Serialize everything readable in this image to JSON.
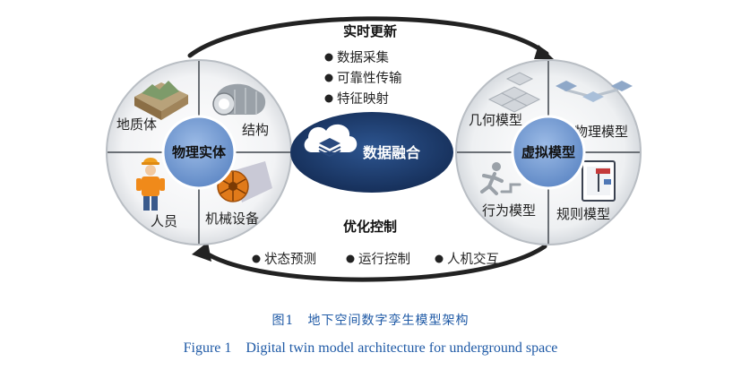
{
  "physical": {
    "hub": "物理实体",
    "items": [
      "地质体",
      "结构",
      "人员",
      "机械设备"
    ]
  },
  "virtual": {
    "hub": "虚拟模型",
    "items": [
      "几何模型",
      "物理模型",
      "行为模型",
      "规则模型"
    ]
  },
  "fusion": {
    "label": "数据融合"
  },
  "realtime_update": {
    "title": "实时更新",
    "bullets": [
      "数据采集",
      "可靠性传输",
      "特征映射"
    ]
  },
  "optimize_control": {
    "title": "优化控制",
    "bullets": [
      "状态预测",
      "运行控制",
      "人机交互"
    ]
  },
  "caption": {
    "cn": "图1　地下空间数字孪生模型架构",
    "en": "Figure 1　Digital twin model architecture for underground space"
  },
  "colors": {
    "hub_blue": "#6f97cf",
    "fusion_navy": "#1f3d6e",
    "caption_blue": "#1f5aa6",
    "arrow": "#222222"
  },
  "icons": [
    "terrain-icon",
    "tunnel-icon",
    "worker-icon",
    "tbm-cutter-icon",
    "stacked-blocks-icon",
    "network-nodes-icon",
    "running-figure-icon",
    "rules-icon",
    "cloud-stack-icon"
  ]
}
